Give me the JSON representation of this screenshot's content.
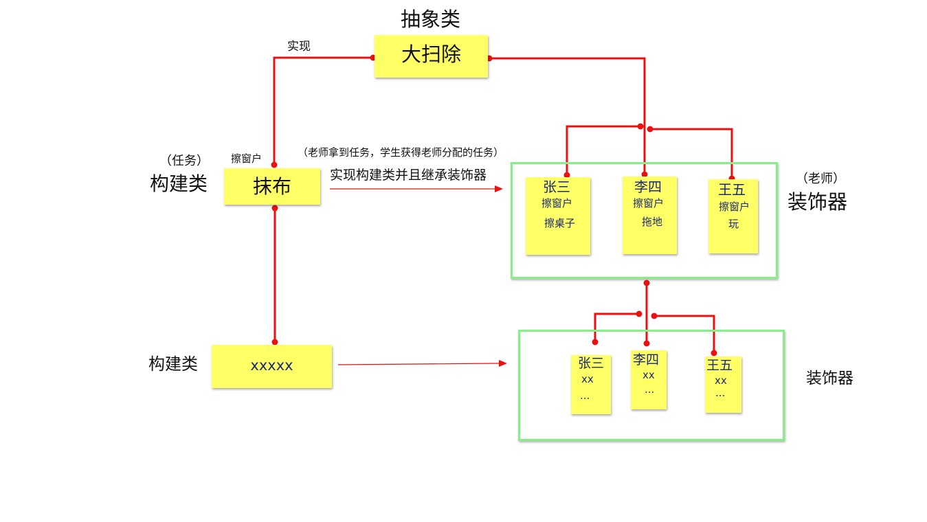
{
  "abstract": {
    "header": "抽象类",
    "box": "大扫除",
    "link_label": "实现"
  },
  "builder1": {
    "paren": "（任务）",
    "header": "构建类",
    "box": "抹布",
    "link_label": "擦窗户"
  },
  "note": "（老师拿到任务，学生获得老师分配的任务）",
  "arrow1_label": "实现构建类并且继承装饰器",
  "decorator1": {
    "paren": "（老师）",
    "header": "装饰器",
    "students": [
      {
        "name": "张三",
        "lines": [
          "擦窗户",
          "擦桌子"
        ]
      },
      {
        "name": "李四",
        "lines": [
          "擦窗户",
          "拖地"
        ]
      },
      {
        "name": "王五",
        "lines": [
          "擦窗户",
          "玩"
        ]
      }
    ]
  },
  "builder2": {
    "header": "构建类",
    "box": "xxxxx"
  },
  "decorator2": {
    "header": "装饰器",
    "students": [
      {
        "name": "张三",
        "lines": [
          "xx",
          "..."
        ]
      },
      {
        "name": "李四",
        "lines": [
          "xx",
          "..."
        ]
      },
      {
        "name": "王五",
        "lines": [
          "xx",
          "..."
        ]
      }
    ]
  },
  "colors": {
    "line": "#e81010",
    "box": "#ffff66",
    "frame": "#88ee88",
    "student_text": "#1a2a6c"
  }
}
